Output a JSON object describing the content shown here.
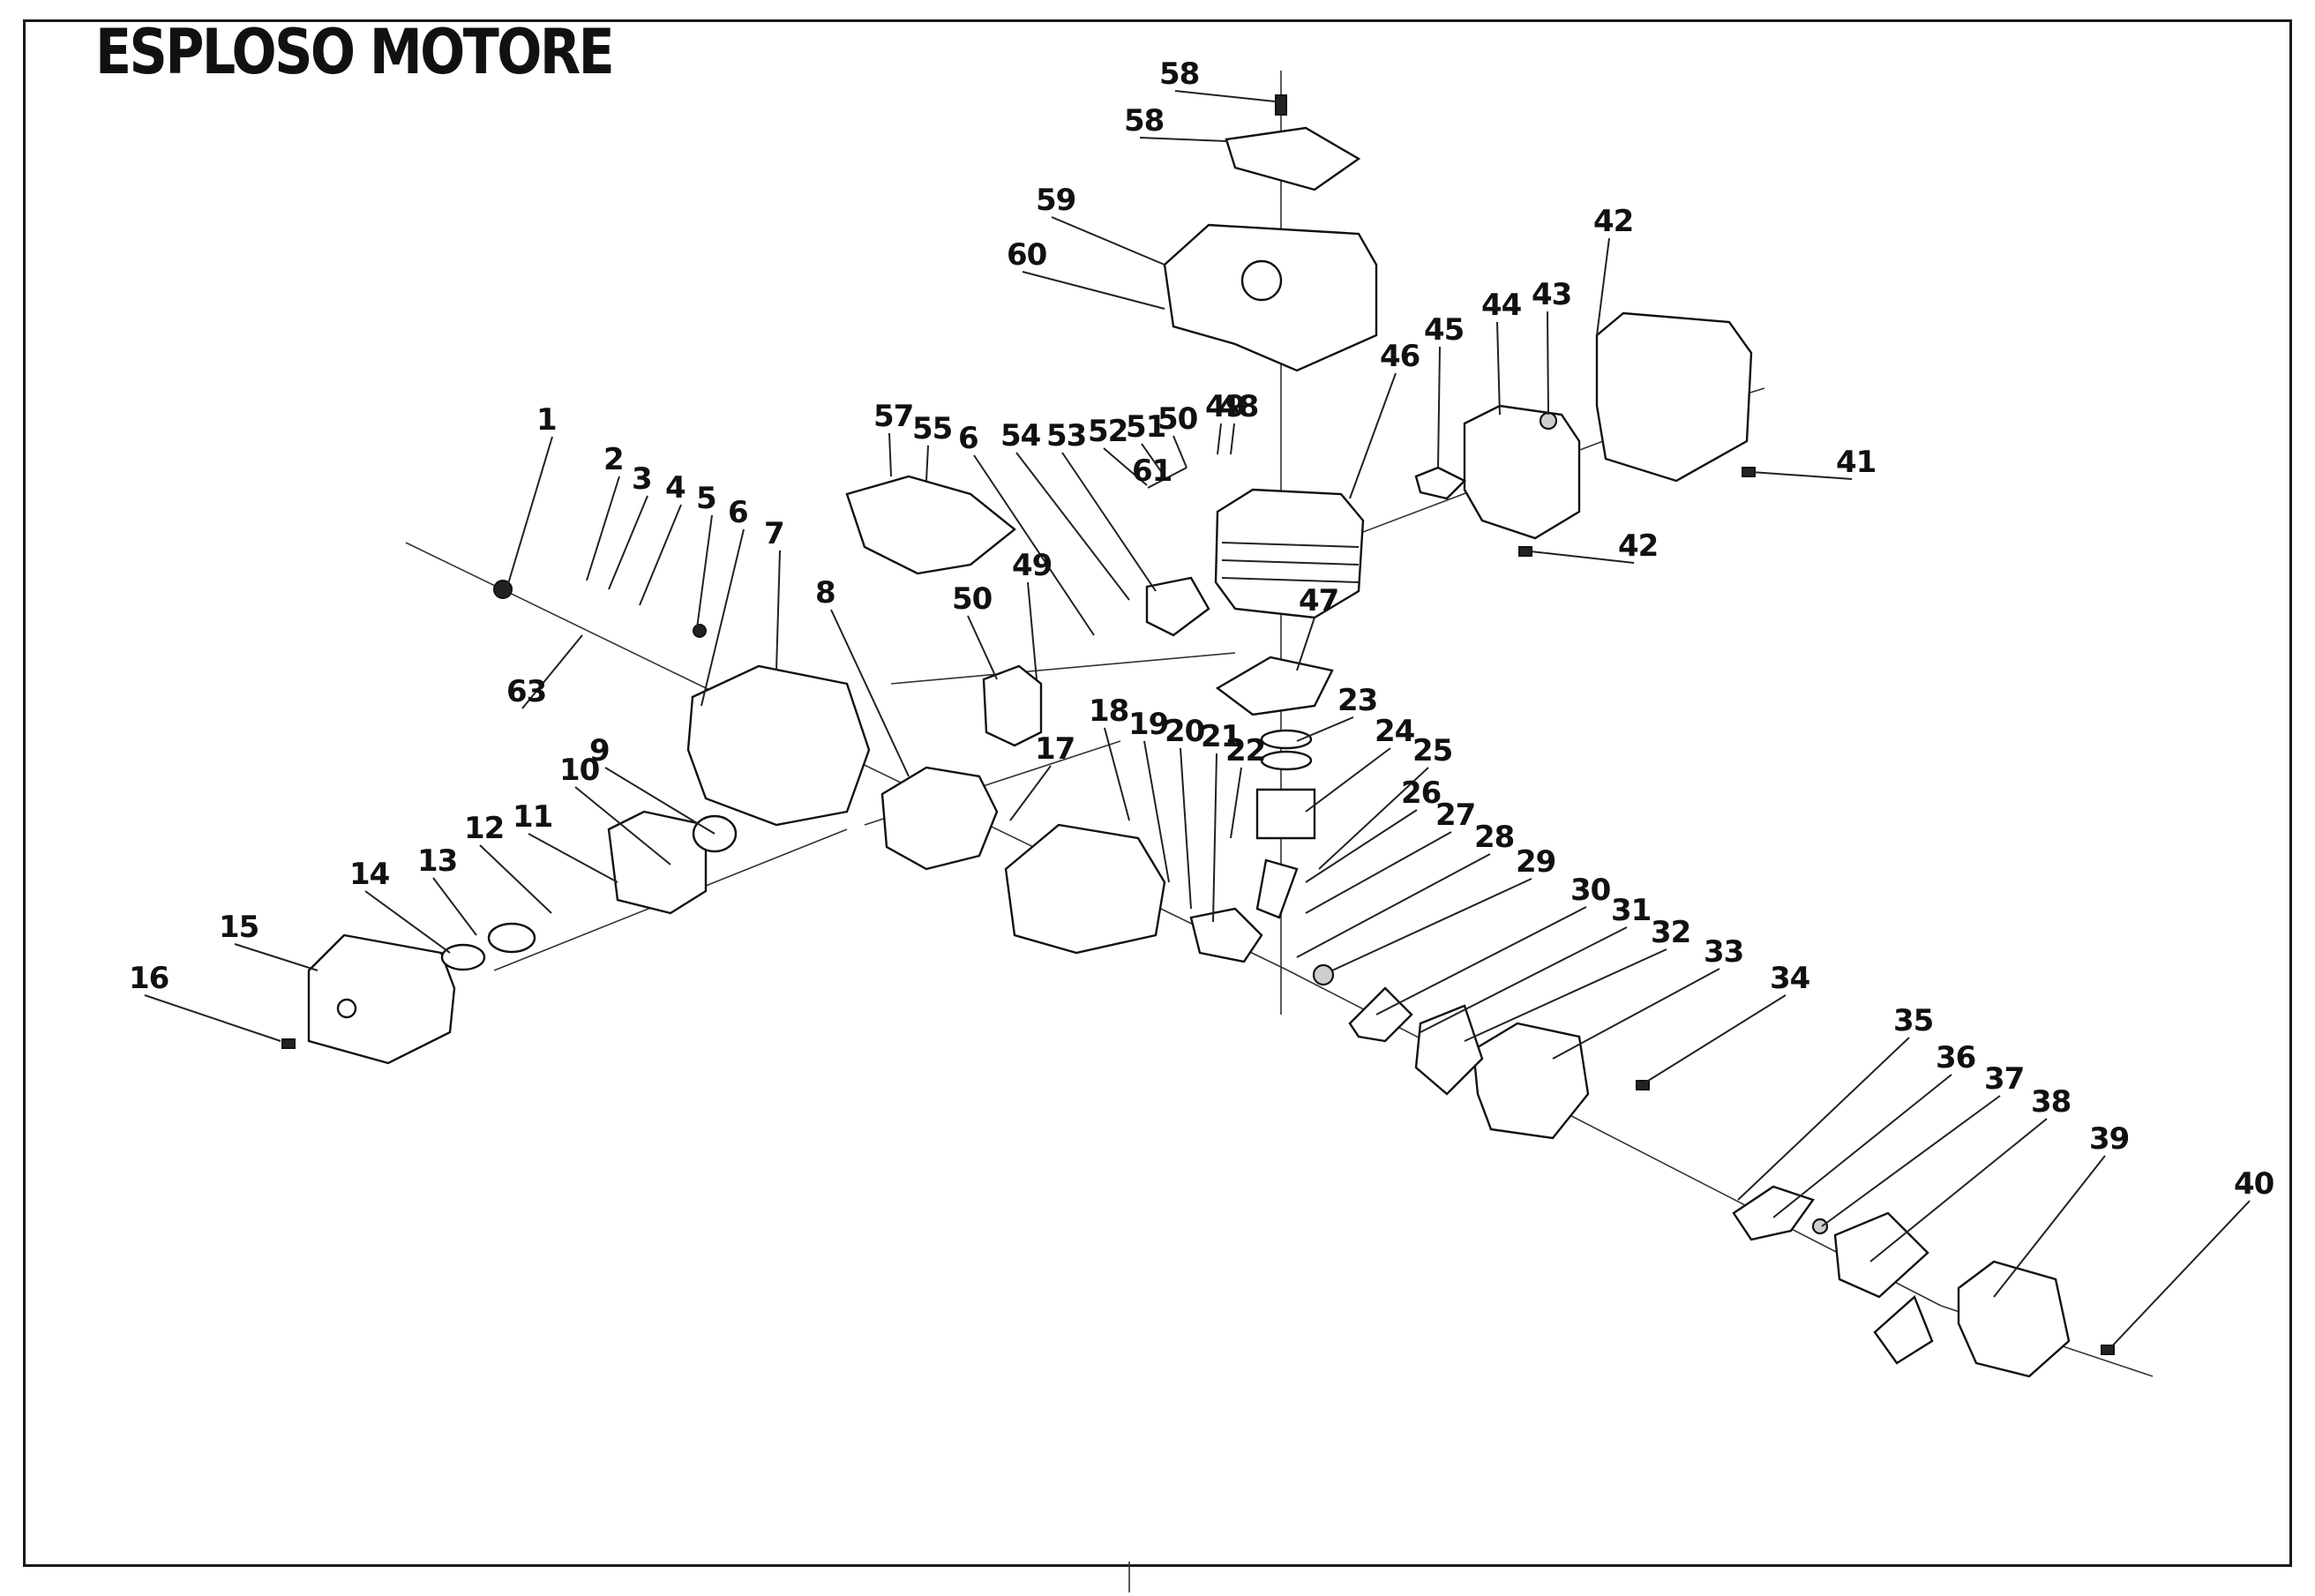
{
  "title": "ESPLOSO MOTORE",
  "callouts": [
    {
      "num": "1"
    },
    {
      "num": "2"
    },
    {
      "num": "3"
    },
    {
      "num": "4"
    },
    {
      "num": "5"
    },
    {
      "num": "6"
    },
    {
      "num": "6"
    },
    {
      "num": "7"
    },
    {
      "num": "8"
    },
    {
      "num": "9"
    },
    {
      "num": "10"
    },
    {
      "num": "11"
    },
    {
      "num": "12"
    },
    {
      "num": "13"
    },
    {
      "num": "14"
    },
    {
      "num": "15"
    },
    {
      "num": "16"
    },
    {
      "num": "17"
    },
    {
      "num": "18"
    },
    {
      "num": "19"
    },
    {
      "num": "20"
    },
    {
      "num": "21"
    },
    {
      "num": "22"
    },
    {
      "num": "23"
    },
    {
      "num": "24"
    },
    {
      "num": "25"
    },
    {
      "num": "26"
    },
    {
      "num": "27"
    },
    {
      "num": "28"
    },
    {
      "num": "29"
    },
    {
      "num": "30"
    },
    {
      "num": "31"
    },
    {
      "num": "32"
    },
    {
      "num": "33"
    },
    {
      "num": "34"
    },
    {
      "num": "35"
    },
    {
      "num": "36"
    },
    {
      "num": "37"
    },
    {
      "num": "38"
    },
    {
      "num": "39"
    },
    {
      "num": "40"
    },
    {
      "num": "41"
    },
    {
      "num": "42"
    },
    {
      "num": "42"
    },
    {
      "num": "43"
    },
    {
      "num": "44"
    },
    {
      "num": "45"
    },
    {
      "num": "46"
    },
    {
      "num": "47"
    },
    {
      "num": "48"
    },
    {
      "num": "49"
    },
    {
      "num": "49"
    },
    {
      "num": "50"
    },
    {
      "num": "50"
    },
    {
      "num": "51"
    },
    {
      "num": "52"
    },
    {
      "num": "53"
    },
    {
      "num": "54"
    },
    {
      "num": "55"
    },
    {
      "num": "57"
    },
    {
      "num": "58"
    },
    {
      "num": "58"
    },
    {
      "num": "59"
    },
    {
      "num": "60"
    },
    {
      "num": "61"
    },
    {
      "num": "63"
    }
  ]
}
